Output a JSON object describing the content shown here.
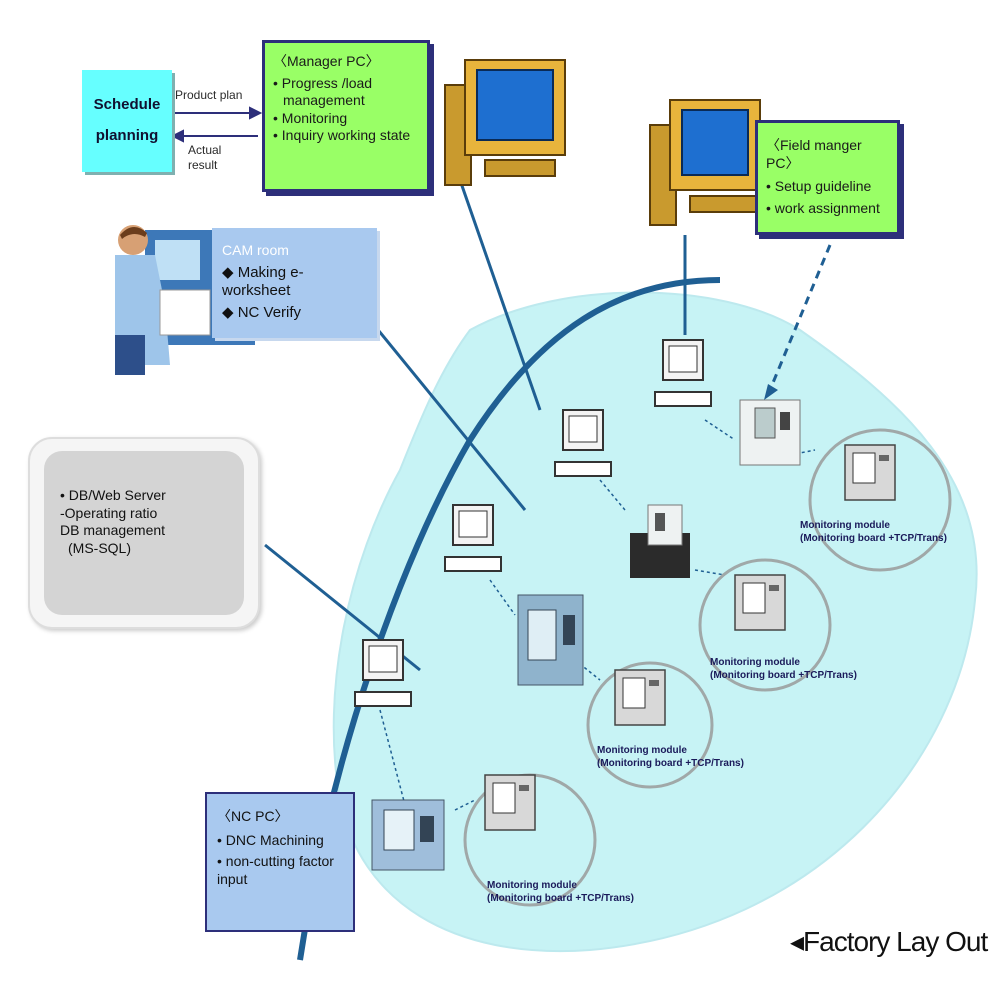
{
  "schedule": {
    "line1": "Schedule",
    "line2": "planning"
  },
  "arrows": {
    "product_plan": "Product plan",
    "actual_line1": "Actual",
    "actual_line2": "result"
  },
  "manager_pc": {
    "title": "〈Manager PC〉",
    "items": [
      "• Progress /load",
      "management",
      "• Monitoring",
      "• Inquiry working state"
    ]
  },
  "field_pc": {
    "title": "〈Field manger PC〉",
    "items": [
      "• Setup guideline",
      "• work assignment"
    ]
  },
  "cam_room": {
    "title": "CAM room",
    "items": [
      "◆ Making e-worksheet",
      "◆ NC Verify"
    ]
  },
  "db_server": {
    "items": [
      "• DB/Web Server",
      "-Operating ratio",
      "DB management",
      "(MS-SQL)"
    ]
  },
  "dnc_pc": {
    "title": "〈NC PC〉",
    "items": [
      "• DNC Machining",
      "• non-cutting factor",
      "input"
    ]
  },
  "monitoring_modules": [
    {
      "line1": "Monitoring module",
      "line2": "(Monitoring board +TCP/Trans)"
    },
    {
      "line1": "Monitoring module",
      "line2": "(Monitoring board +TCP/Trans)"
    },
    {
      "line1": "Monitoring module",
      "line2": "(Monitoring board +TCP/Trans)"
    },
    {
      "line1": "Monitoring module",
      "line2": "(Monitoring board +TCP/Trans)"
    }
  ],
  "caption": "◂Factory Lay Out",
  "colors": {
    "green_box": "#99ff66",
    "cyan_box": "#66ffff",
    "cam_box": "#a9c9ef",
    "factory_floor": "#c7f3f5",
    "arc": "#1f5f93"
  }
}
